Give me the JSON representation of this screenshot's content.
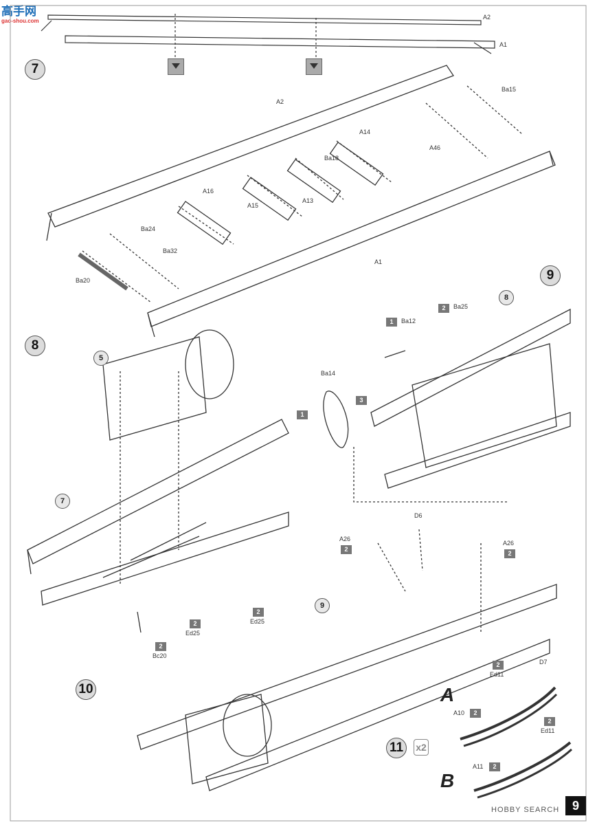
{
  "logo": {
    "cn": "高手网",
    "domain": "gao-shou.com"
  },
  "watermark": "HOBBY SEARCH",
  "page_number": "9",
  "steps": {
    "s7": "7",
    "s8": "8",
    "s9": "9",
    "s10": "10",
    "s11": "11"
  },
  "step11_multiplier": "x2",
  "top_labels": {
    "A2": "A2",
    "A1": "A1"
  },
  "step7_labels": {
    "A2": "A2",
    "Ba15": "Ba15",
    "A14": "A14",
    "A46": "A46",
    "Ba18": "Ba18",
    "A16": "A16",
    "A15": "A15",
    "A13": "A13",
    "Ba24": "Ba24",
    "Ba32": "Ba32",
    "A1": "A1",
    "Ba20": "Ba20"
  },
  "step9_labels": {
    "Ba12": "Ba12",
    "Ba25": "Ba25",
    "Ba14": "Ba14",
    "ref8": "8",
    "num1a": "1",
    "num2": "2",
    "num1b": "1",
    "num3": "3"
  },
  "step8_labels": {
    "ref5": "5",
    "ref7": "7"
  },
  "step10_labels": {
    "A26_left": "A26",
    "A26_right": "A26",
    "D6": "D6",
    "D7": "D7",
    "Ed25_a": "Ed25",
    "Ed25_b": "Ed25",
    "Bc20": "Bc20",
    "ref9": "9",
    "n2_a26l": "2",
    "n2_a26r": "2",
    "n2_ed25a": "2",
    "n2_ed25b": "2",
    "n2_bc20": "2"
  },
  "step11_labels": {
    "variant_A": "A",
    "variant_B": "B",
    "Ed11_a": "Ed11",
    "Ed11_b": "Ed11",
    "A10": "A10",
    "A11": "A11",
    "n2_ed11a": "2",
    "n2_ed11b": "2",
    "n2_a10": "2",
    "n2_a11": "2"
  }
}
